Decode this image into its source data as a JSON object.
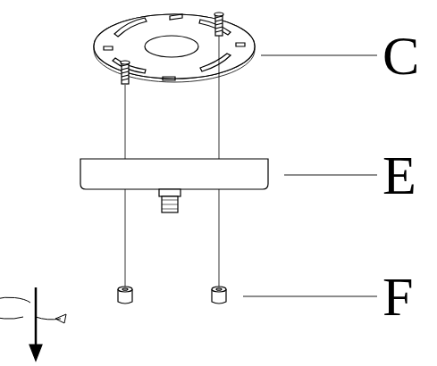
{
  "diagram": {
    "labels": [
      "C",
      "E",
      "F"
    ]
  }
}
